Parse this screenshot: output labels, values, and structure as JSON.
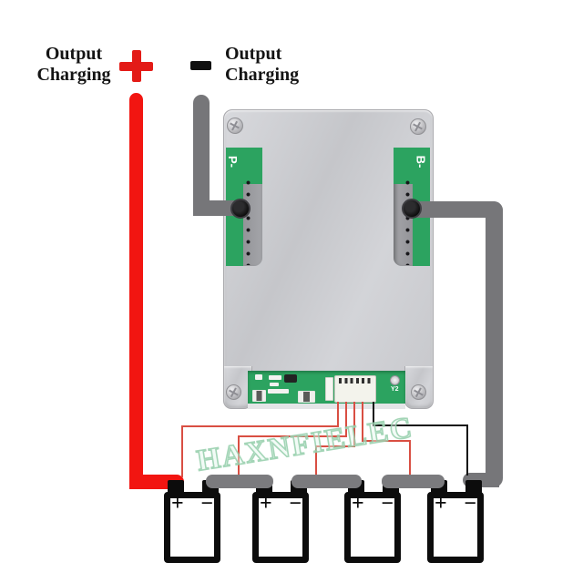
{
  "labels": {
    "left": {
      "line1": "Output",
      "line2": "Charging",
      "symbol": "+"
    },
    "right": {
      "symbol": "−",
      "line1": "Output",
      "line2": "Charging"
    }
  },
  "board": {
    "left_pad_label": "P-",
    "right_pad_label": "B-",
    "silkscreen_label": "Y2"
  },
  "watermark": "HAXNFIELEC",
  "batteries": [
    {
      "plus": "+",
      "minus": "−"
    },
    {
      "plus": "+",
      "minus": "−"
    },
    {
      "plus": "+",
      "minus": "−"
    },
    {
      "plus": "+",
      "minus": "−"
    }
  ],
  "colors": {
    "positive_wire": "#f21511",
    "negative_wire": "#767679",
    "balance_wire_red": "#d94f43",
    "balance_wire_black": "#141414",
    "pcb_green": "#2ca360",
    "plate_gray": "#cdced2"
  }
}
